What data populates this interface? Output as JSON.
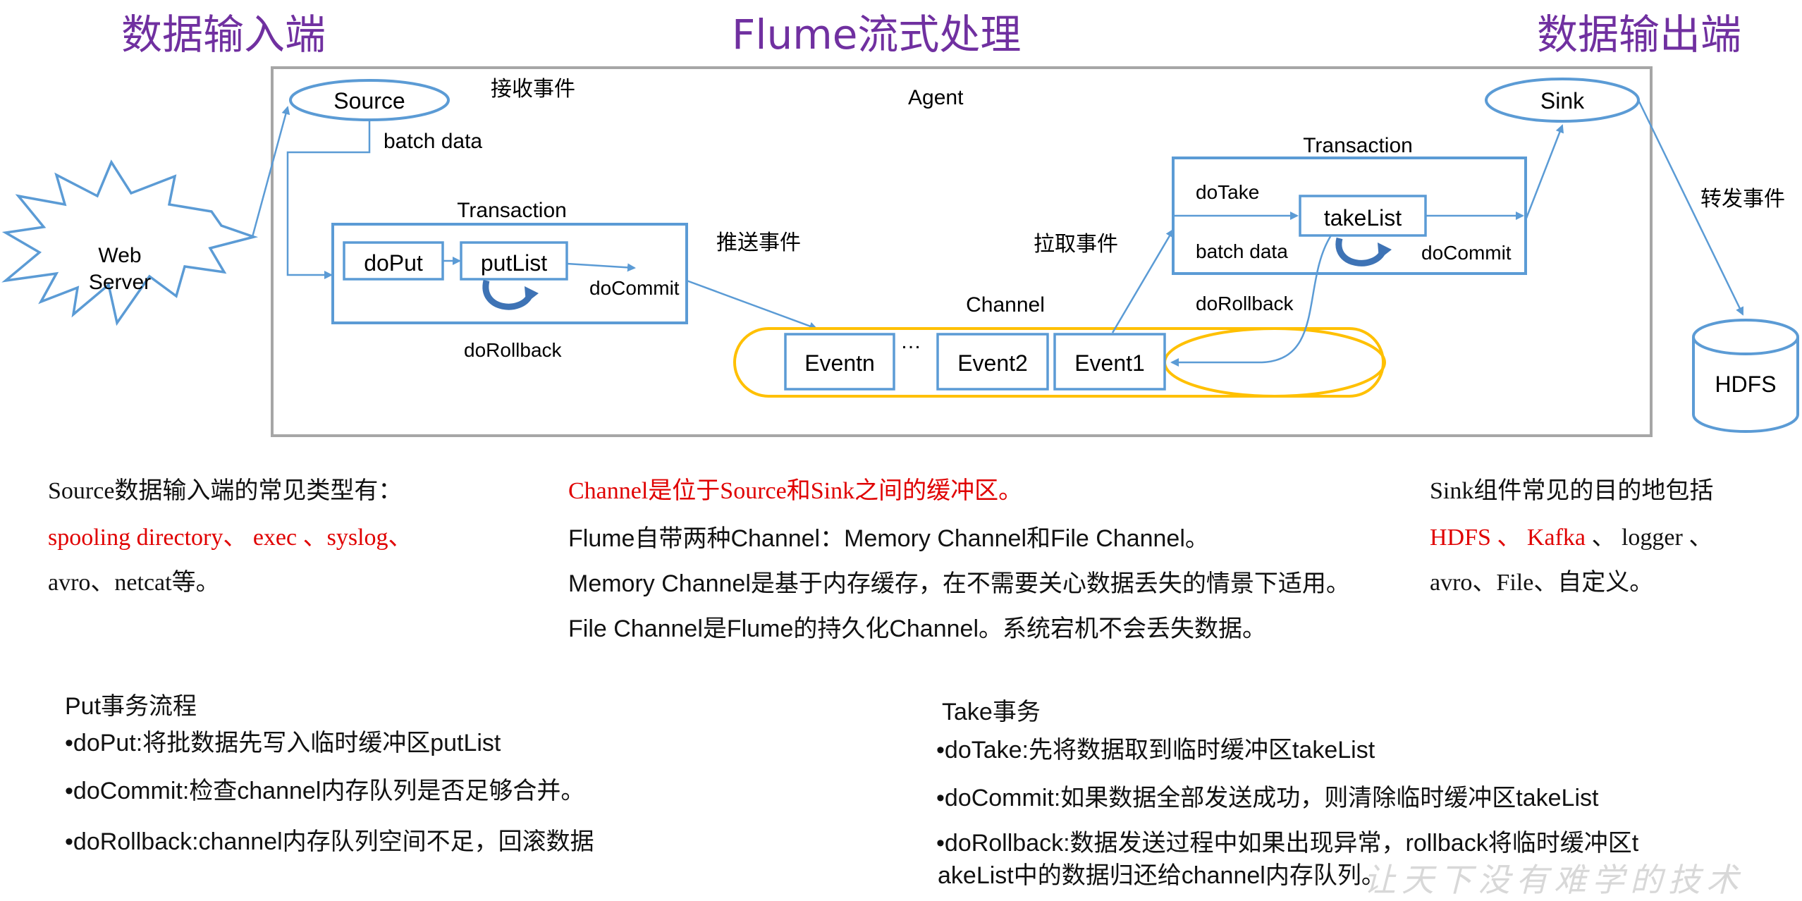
{
  "headings": {
    "input": "数据输入端",
    "middle": "Flume流式处理",
    "output": "数据输出端"
  },
  "diagram": {
    "agent": "Agent",
    "source": "Source",
    "receive_event": "接收事件",
    "batch_data_left": "batch data",
    "web_server": [
      "Web",
      "Server"
    ],
    "put_transaction": "Transaction",
    "doPut": "doPut",
    "putList": "putList",
    "doCommit_left": "doCommit",
    "doRollback_left": "doRollback",
    "push_event": "推送事件",
    "pull_event": "拉取事件",
    "channel": "Channel",
    "events": [
      "Eventn",
      "Event2",
      "Event1"
    ],
    "ellipsis": "…",
    "take_transaction": "Transaction",
    "doTake": "doTake",
    "takeList": "takeList",
    "batch_data_right": "batch data",
    "doCommit_right": "doCommit",
    "doRollback_right": "doRollback",
    "sink": "Sink",
    "forward_event": "转发事件",
    "hdfs": "HDFS"
  },
  "notes": {
    "source": {
      "line1": "Source数据输入端的常见类型有：",
      "line2": "spooling directory、 exec 、syslog、",
      "line3": "avro、netcat等。"
    },
    "channel": {
      "line1": "Channel是位于Source和Sink之间的缓冲区。",
      "line2": "Flume自带两种Channel：Memory Channel和File Channel。",
      "line3": "Memory Channel是基于内存缓存，在不需要关心数据丢失的情景下适用。",
      "line4": "File Channel是Flume的持久化Channel。系统宕机不会丢失数据。"
    },
    "sink": {
      "line1": "Sink组件常见的目的地包括",
      "line2_red": "HDFS 、 Kafka",
      "line2_rest": " 、 logger 、",
      "line3": "avro、File、自定义。"
    }
  },
  "put_process": {
    "title": "Put事务流程",
    "items": [
      "•doPut:将批数据先写入临时缓冲区putList",
      "•doCommit:检查channel内存队列是否足够合并。",
      "•doRollback:channel内存队列空间不足，回滚数据"
    ]
  },
  "take_process": {
    "title": "Take事务",
    "items": [
      "•doTake:先将数据取到临时缓冲区takeList",
      "•doCommit:如果数据全部发送成功，则清除临时缓冲区takeList",
      "•doRollback:数据发送过程中如果出现异常，rollback将临时缓冲区t",
      "akeList中的数据归还给channel内存队列。"
    ]
  },
  "watermark": "让天下没有难学的技术",
  "colors": {
    "heading": "#7030a0",
    "box_stroke": "#5b9bd5",
    "arrow": "#5b9bd5",
    "channel_stroke": "#ffc000",
    "agent_border": "#a6a6a6",
    "accent_red": "#e00000"
  }
}
